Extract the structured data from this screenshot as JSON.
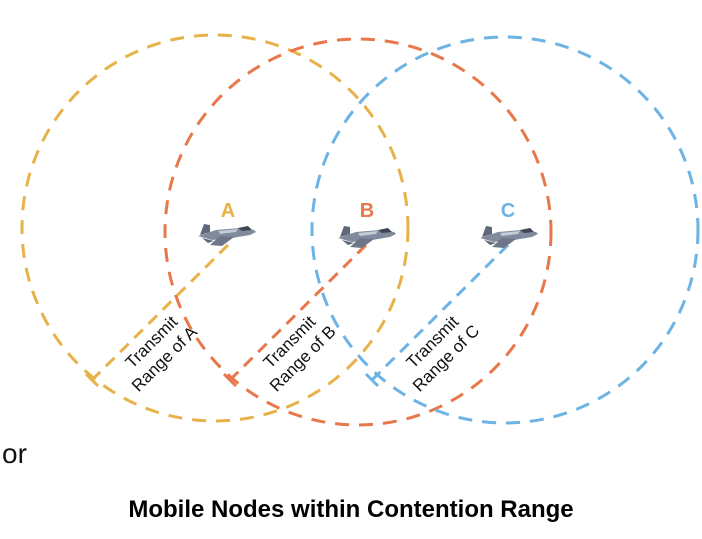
{
  "caption": "Mobile Nodes within Contention Range",
  "fragment_text": "or",
  "colors": {
    "A": "#e8b24a",
    "B": "#e8774a",
    "C": "#6db3e3",
    "aircraft": "#8a96a8"
  },
  "nodes": [
    {
      "id": "A",
      "label": "A",
      "range_line1": "Transmit",
      "range_line2": "Range of A",
      "icon": "aircraft-icon"
    },
    {
      "id": "B",
      "label": "B",
      "range_line1": "Transmit",
      "range_line2": "Range of B",
      "icon": "aircraft-icon"
    },
    {
      "id": "C",
      "label": "C",
      "range_line1": "Transmit",
      "range_line2": "Range of C",
      "icon": "aircraft-icon"
    }
  ]
}
